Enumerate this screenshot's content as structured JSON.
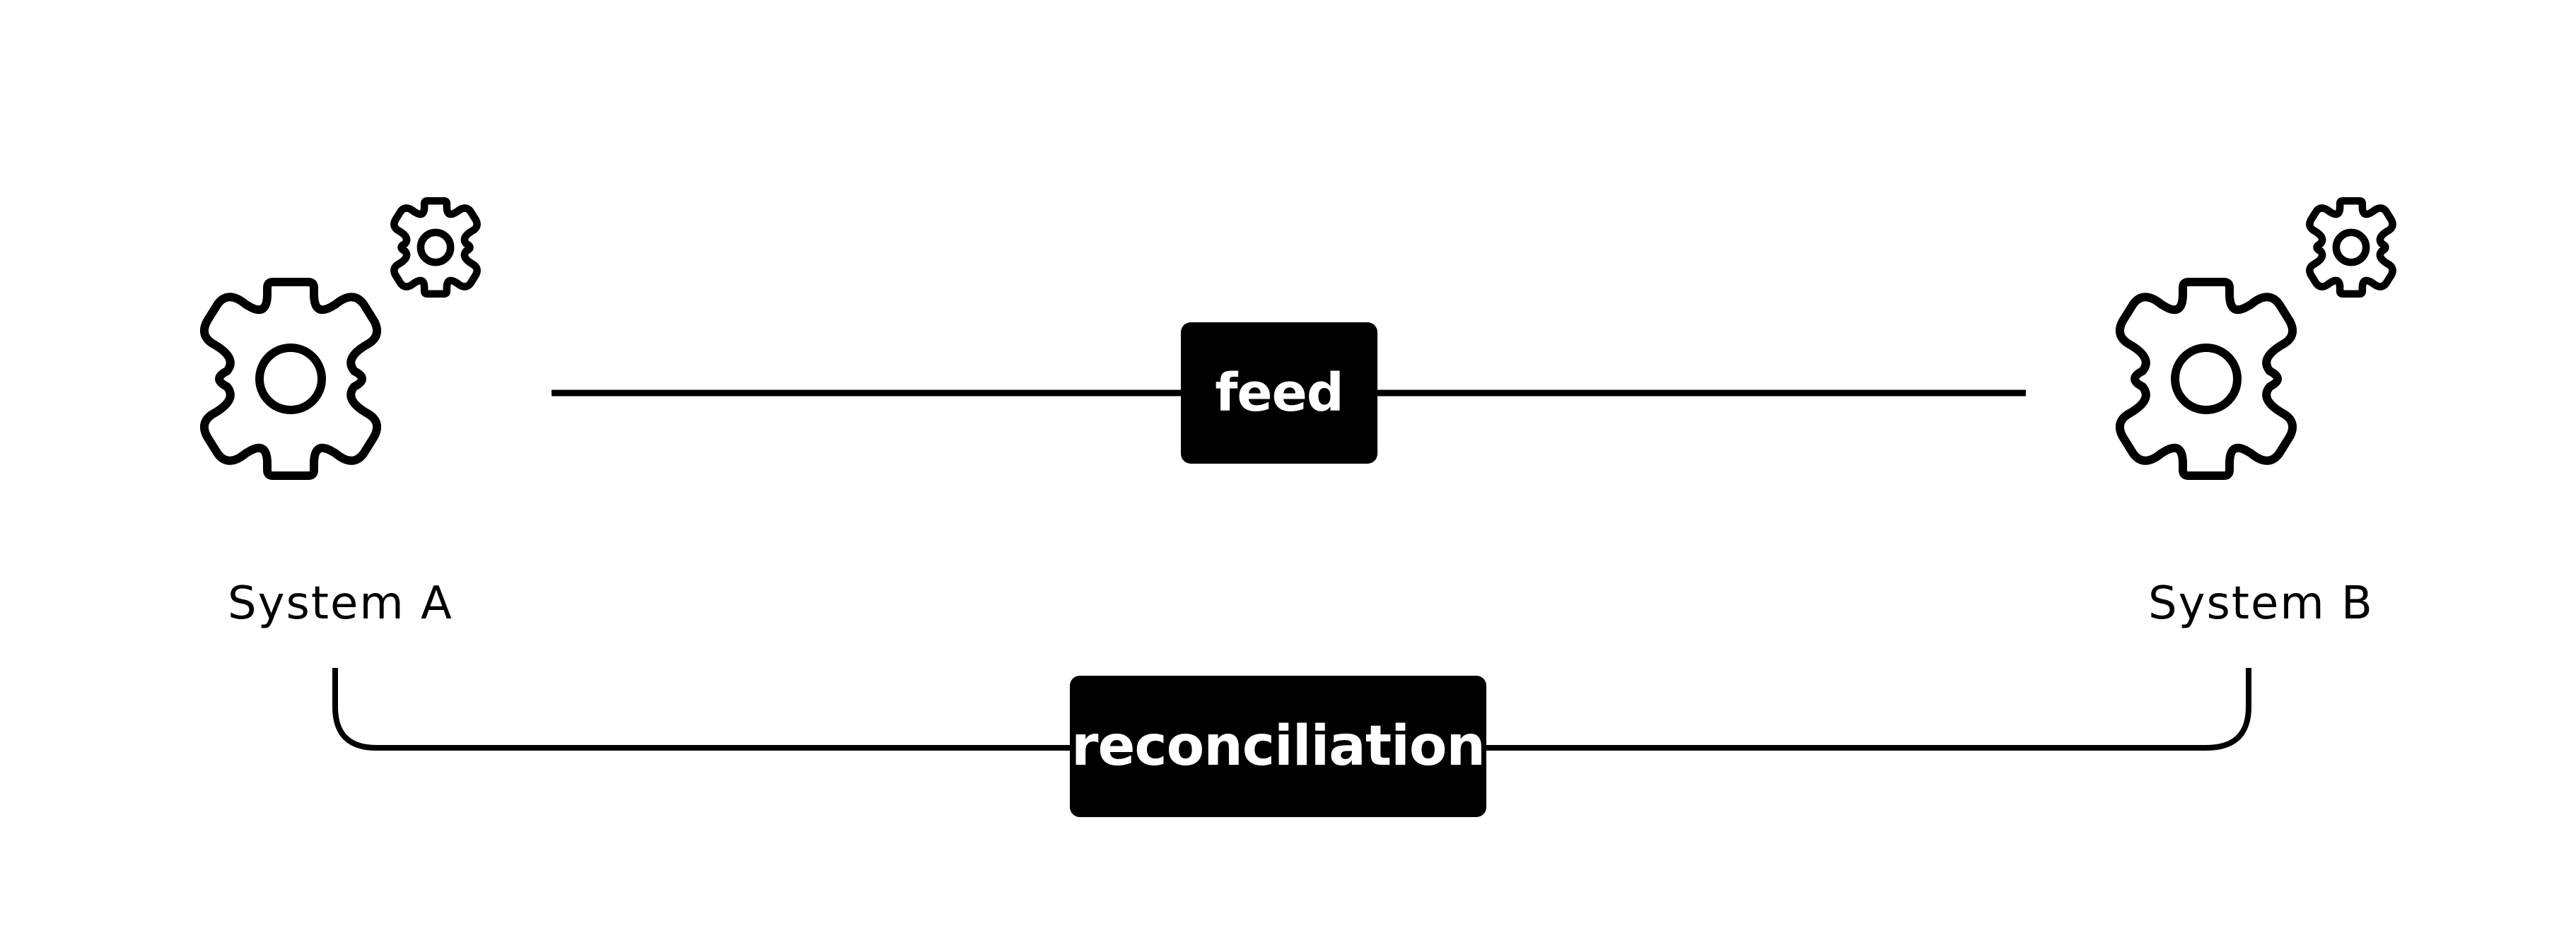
{
  "systems": {
    "left": {
      "label": "System A",
      "icon": "gears-icon"
    },
    "right": {
      "label": "System B",
      "icon": "gears-icon"
    }
  },
  "connections": {
    "feed": {
      "label": "feed"
    },
    "reconciliation": {
      "label": "reconciliation"
    }
  },
  "colors": {
    "stroke": "#000000",
    "box_fill": "#000000",
    "box_text": "#ffffff",
    "background": "#ffffff"
  }
}
